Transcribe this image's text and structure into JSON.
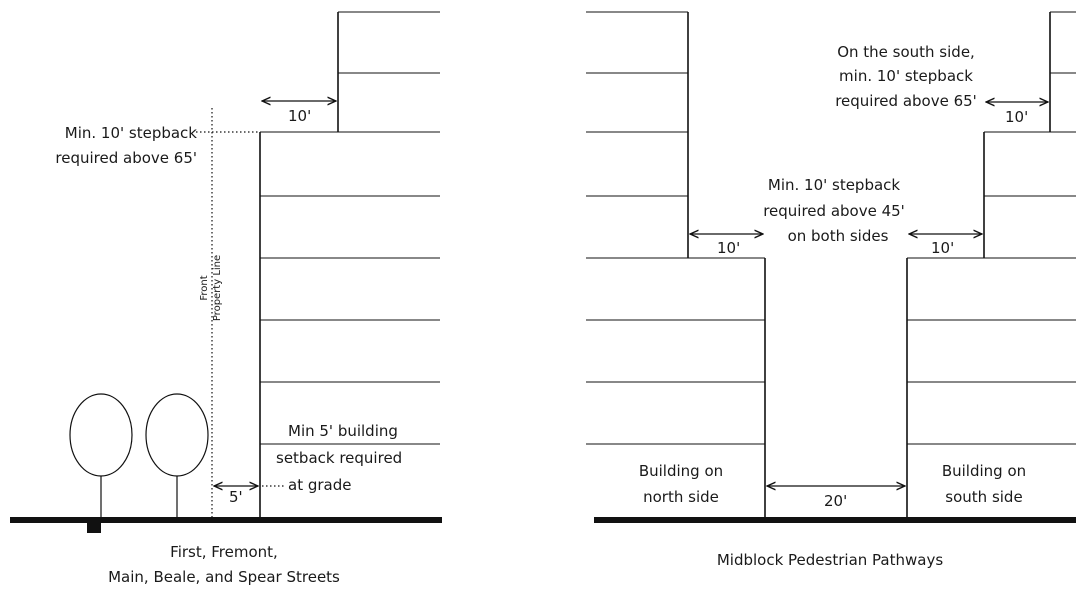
{
  "left_panel": {
    "caption_line1": "First, Fremont,",
    "caption_line2": "Main, Beale, and Spear Streets",
    "upper_stepback_line1": "Min. 10' stepback",
    "upper_stepback_line2": "required above 65'",
    "upper_dim": "10'",
    "property_line_1": "Front",
    "property_line_2": "Property Line",
    "setback_line1": "Min 5' building",
    "setback_line2": "setback required",
    "setback_line3": "at grade",
    "setback_dim": "5'"
  },
  "right_panel": {
    "caption": "Midblock Pedestrian Pathways",
    "south_note_line1": "On the south side,",
    "south_note_line2": "min. 10' stepback",
    "south_note_line3": "required above 65'",
    "south_upper_dim": "10'",
    "mid_note_line1": "Min. 10' stepback",
    "mid_note_line2": "required above 45'",
    "mid_note_line3": "on both sides",
    "left_dim": "10'",
    "right_dim": "10'",
    "north_label_line1": "Building on",
    "north_label_line2": "north side",
    "south_label_line1": "Building on",
    "south_label_line2": "south side",
    "pathway_dim": "20'"
  }
}
